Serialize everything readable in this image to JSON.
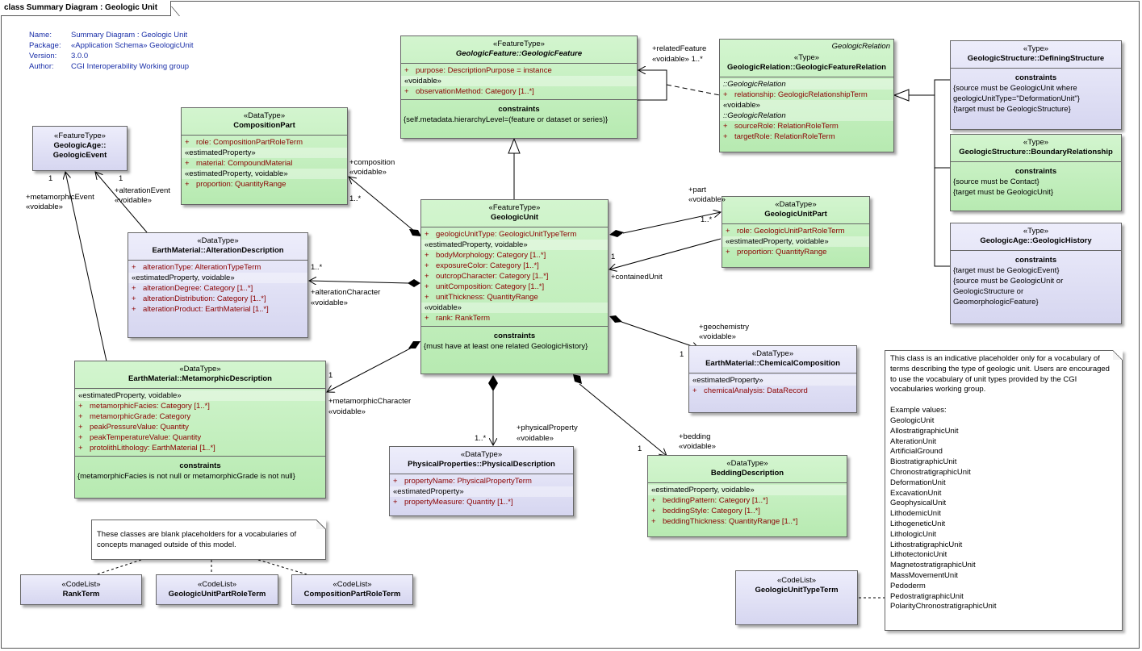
{
  "frame": {
    "title": "class Summary Diagram : Geologic Unit"
  },
  "meta": [
    {
      "key": "Name:",
      "value": "Summary Diagram : Geologic Unit"
    },
    {
      "key": "Package:",
      "value": "«Application Schema» GeologicUnit"
    },
    {
      "key": "Version:",
      "value": "3.0.0"
    },
    {
      "key": "Author:",
      "value": "CGI Interoperability Working group"
    }
  ],
  "classes": {
    "geologic_feature": {
      "stereotype": "«FeatureType»",
      "name": "GeologicFeature::GeologicFeature",
      "sections": [
        {
          "group": "",
          "attrs": [
            {
              "vis": "+",
              "text": "purpose:  DescriptionPurpose = instance"
            }
          ]
        },
        {
          "group": "«voidable»",
          "attrs": [
            {
              "vis": "+",
              "text": "observationMethod:  Category [1..*]"
            }
          ]
        }
      ],
      "constraints_title": "constraints",
      "constraints": [
        "{self.metadata.hierarchyLevel=(feature or dataset or series)}"
      ]
    },
    "geologic_feature_relation": {
      "top_label": "GeologicRelation",
      "stereotype": "«Type»",
      "name": "GeologicRelation::GeologicFeatureRelation",
      "sections": [
        {
          "group": "::GeologicRelation",
          "attrs": [
            {
              "vis": "+",
              "text": "relationship:  GeologicRelationshipTerm"
            }
          ]
        },
        {
          "group": "«voidable»",
          "group2": "::GeologicRelation",
          "attrs": [
            {
              "vis": "+",
              "text": "sourceRole:  RelationRoleTerm"
            },
            {
              "vis": "+",
              "text": "targetRole:  RelationRoleTerm"
            }
          ]
        }
      ]
    },
    "defining_structure": {
      "stereotype": "«Type»",
      "name": "GeologicStructure::DefiningStructure",
      "constraints_title": "constraints",
      "constraints": [
        "{source must be GeologicUnit where",
        "geologicUnitType=\"DeformationUnit\"}",
        "{target must be GeologicStructure}"
      ]
    },
    "boundary_relationship": {
      "stereotype": "«Type»",
      "name": "GeologicStructure::BoundaryRelationship",
      "constraints_title": "constraints",
      "constraints": [
        "{source must be Contact}",
        "{target must be GeologicUnit}"
      ]
    },
    "geologic_history": {
      "stereotype": "«Type»",
      "name": "GeologicAge::GeologicHistory",
      "constraints_title": "constraints",
      "constraints": [
        "{target must be GeologicEvent}",
        "{source must be GeologicUnit or",
        "GeologicStructure or",
        "GeomorphologicFeature}"
      ]
    },
    "geologic_event": {
      "stereotype": "«FeatureType»",
      "name": "GeologicAge::",
      "name2": "GeologicEvent"
    },
    "composition_part": {
      "stereotype": "«DataType»",
      "name": "CompositionPart",
      "sections": [
        {
          "group": "",
          "attrs": [
            {
              "vis": "+",
              "text": "role:  CompositionPartRoleTerm"
            }
          ]
        },
        {
          "group": "«estimatedProperty»",
          "attrs": [
            {
              "vis": "+",
              "text": "material:  CompoundMaterial"
            }
          ]
        },
        {
          "group": "«estimatedProperty, voidable»",
          "attrs": [
            {
              "vis": "+",
              "text": "proportion:  QuantityRange"
            }
          ]
        }
      ]
    },
    "alteration_description": {
      "stereotype": "«DataType»",
      "name": "EarthMaterial::AlterationDescription",
      "sections": [
        {
          "group": "",
          "attrs": [
            {
              "vis": "+",
              "text": "alterationType:  AlterationTypeTerm"
            }
          ]
        },
        {
          "group": "«estimatedProperty, voidable»",
          "attrs": [
            {
              "vis": "+",
              "text": "alterationDegree:  Category [1..*]"
            },
            {
              "vis": "+",
              "text": "alterationDistribution:  Category [1..*]"
            },
            {
              "vis": "+",
              "text": "alterationProduct:  EarthMaterial [1..*]"
            }
          ]
        }
      ]
    },
    "geologic_unit": {
      "stereotype": "«FeatureType»",
      "name": "GeologicUnit",
      "sections": [
        {
          "group": "",
          "attrs": [
            {
              "vis": "+",
              "text": "geologicUnitType:  GeologicUnitTypeTerm"
            }
          ]
        },
        {
          "group": "«estimatedProperty, voidable»",
          "attrs": [
            {
              "vis": "+",
              "text": "bodyMorphology:  Category [1..*]"
            },
            {
              "vis": "+",
              "text": "exposureColor:  Category [1..*]"
            },
            {
              "vis": "+",
              "text": "outcropCharacter:  Category [1..*]"
            },
            {
              "vis": "+",
              "text": "unitComposition:  Category [1..*]"
            },
            {
              "vis": "+",
              "text": "unitThickness:  QuantityRange"
            }
          ]
        },
        {
          "group": "«voidable»",
          "attrs": [
            {
              "vis": "+",
              "text": "rank:  RankTerm"
            }
          ]
        }
      ],
      "constraints_title": "constraints",
      "constraints": [
        "{must have at least one related GeologicHistory}"
      ]
    },
    "geologic_unit_part": {
      "stereotype": "«DataType»",
      "name": "GeologicUnitPart",
      "sections": [
        {
          "group": "",
          "attrs": [
            {
              "vis": "+",
              "text": "role:  GeologicUnitPartRoleTerm"
            }
          ]
        },
        {
          "group": "«estimatedProperty, voidable»",
          "attrs": [
            {
              "vis": "+",
              "text": "proportion:  QuantityRange"
            }
          ]
        }
      ]
    },
    "metamorphic_description": {
      "stereotype": "«DataType»",
      "name": "EarthMaterial::MetamorphicDescription",
      "sections": [
        {
          "group": "«estimatedProperty, voidable»",
          "attrs": [
            {
              "vis": "+",
              "text": "metamorphicFacies:  Category [1..*]"
            },
            {
              "vis": "+",
              "text": "metamorphicGrade:  Category"
            },
            {
              "vis": "+",
              "text": "peakPressureValue:  Quantity"
            },
            {
              "vis": "+",
              "text": "peakTemperatureValue:  Quantity"
            },
            {
              "vis": "+",
              "text": "protolithLithology:  EarthMaterial [1..*]"
            }
          ]
        }
      ],
      "constraints_title": "constraints",
      "constraints": [
        "{metamorphicFacies is not null or metamorphicGrade is not null}"
      ]
    },
    "chemical_composition": {
      "stereotype": "«DataType»",
      "name": "EarthMaterial::ChemicalComposition",
      "sections": [
        {
          "group": "«estimatedProperty»",
          "attrs": [
            {
              "vis": "+",
              "text": "chemicalAnalysis:  DataRecord"
            }
          ]
        }
      ]
    },
    "physical_description": {
      "stereotype": "«DataType»",
      "name": "PhysicalProperties::PhysicalDescription",
      "sections": [
        {
          "group": "",
          "attrs": [
            {
              "vis": "+",
              "text": "propertyName:  PhysicalPropertyTerm"
            }
          ]
        },
        {
          "group": "«estimatedProperty»",
          "attrs": [
            {
              "vis": "+",
              "text": "propertyMeasure:  Quantity [1..*]"
            }
          ]
        }
      ]
    },
    "bedding_description": {
      "stereotype": "«DataType»",
      "name": "BeddingDescription",
      "sections": [
        {
          "group": "«estimatedProperty, voidable»",
          "attrs": [
            {
              "vis": "+",
              "text": "beddingPattern:  Category [1..*]"
            },
            {
              "vis": "+",
              "text": "beddingStyle:  Category [1..*]"
            },
            {
              "vis": "+",
              "text": "beddingThickness:  QuantityRange [1..*]"
            }
          ]
        }
      ]
    },
    "rank_term": {
      "stereotype": "«CodeList»",
      "name": "RankTerm"
    },
    "unit_part_role_term": {
      "stereotype": "«CodeList»",
      "name": "GeologicUnitPartRoleTerm"
    },
    "composition_part_role_term": {
      "stereotype": "«CodeList»",
      "name": "CompositionPartRoleTerm"
    },
    "unit_type_term": {
      "stereotype": "«CodeList»",
      "name": "GeologicUnitTypeTerm"
    }
  },
  "labels": {
    "related_feature": "+relatedFeature",
    "related_feature_void": "«voidable»  1..*",
    "composition": "+composition",
    "composition_void": "«voidable»",
    "composition_mult": "1..*",
    "alteration_event": "+alterationEvent",
    "alteration_event_void": "«voidable»",
    "metamorphic_event": "+metamorphicEvent",
    "metamorphic_event_void": "«voidable»",
    "event_mult_a": "1",
    "event_mult_b": "1",
    "alteration_mult": "1..*",
    "alteration_character": "+alterationCharacter",
    "alteration_character_void": "«voidable»",
    "part": "+part",
    "part_void": "«voidable»",
    "part_mult": "1..*",
    "contained_mult": "1",
    "contained_unit": "+containedUnit",
    "metamorphic_mult": "1",
    "metamorphic_character": "+metamorphicCharacter",
    "metamorphic_character_void": "«voidable»",
    "geochemistry": "+geochemistry",
    "geochemistry_void": "«voidable»",
    "geochemistry_mult": "1",
    "physical_property": "+physicalProperty",
    "physical_property_void": "«voidable»",
    "physical_mult": "1..*",
    "bedding": "+bedding",
    "bedding_void": "«voidable»",
    "bedding_mult": "1"
  },
  "notes": {
    "placeholder": "These classes are blank placeholders for a vocabularies of concepts managed outside of this model.",
    "unit_type_intro": "This class is an indicative placeholder only for a vocabulary of terms describing the type of geologic unit.  Users are encouraged to use the vocabulary of unit types provided by the CGI vocabularies working group.",
    "examples_title": "Example values:",
    "examples": [
      "GeologicUnit",
      "AllostratigraphicUnit",
      "AlterationUnit",
      "ArtificialGround",
      "BiostratigraphicUnit",
      "ChronostratigraphicUnit",
      "DeformationUnit",
      "ExcavationUnit",
      "GeophysicalUnit",
      "LithodemicUnit",
      "LithogeneticUnit",
      "LithologicUnit",
      "LithostratigraphicUnit",
      "LithotectonicUnit",
      "MagnetostratigraphicUnit",
      "MassMovementUnit",
      "Pedoderm",
      "PedostratigraphicUnit",
      "PolarityChronostratigraphicUnit"
    ]
  }
}
